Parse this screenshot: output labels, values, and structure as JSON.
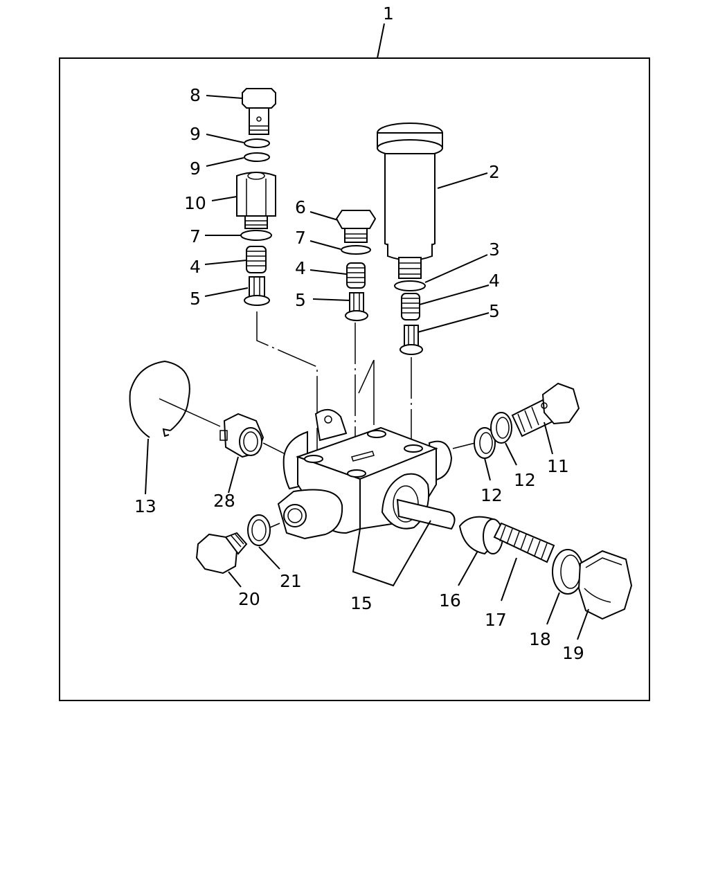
{
  "assembly_label": "1",
  "callouts": [
    {
      "id": "c2",
      "text": "2"
    },
    {
      "id": "c3",
      "text": "3"
    },
    {
      "id": "c4a",
      "text": "4"
    },
    {
      "id": "c4b",
      "text": "4"
    },
    {
      "id": "c4c",
      "text": "4"
    },
    {
      "id": "c5a",
      "text": "5"
    },
    {
      "id": "c5b",
      "text": "5"
    },
    {
      "id": "c5c",
      "text": "5"
    },
    {
      "id": "c6",
      "text": "6"
    },
    {
      "id": "c7a",
      "text": "7"
    },
    {
      "id": "c7b",
      "text": "7"
    },
    {
      "id": "c8",
      "text": "8"
    },
    {
      "id": "c9a",
      "text": "9"
    },
    {
      "id": "c9b",
      "text": "9"
    },
    {
      "id": "c10",
      "text": "10"
    },
    {
      "id": "c11",
      "text": "11"
    },
    {
      "id": "c12a",
      "text": "12"
    },
    {
      "id": "c12b",
      "text": "12"
    },
    {
      "id": "c13",
      "text": "13"
    },
    {
      "id": "c15",
      "text": "15"
    },
    {
      "id": "c16",
      "text": "16"
    },
    {
      "id": "c17",
      "text": "17"
    },
    {
      "id": "c18",
      "text": "18"
    },
    {
      "id": "c19",
      "text": "19"
    },
    {
      "id": "c20",
      "text": "20"
    },
    {
      "id": "c21",
      "text": "21"
    },
    {
      "id": "c28",
      "text": "28"
    }
  ]
}
